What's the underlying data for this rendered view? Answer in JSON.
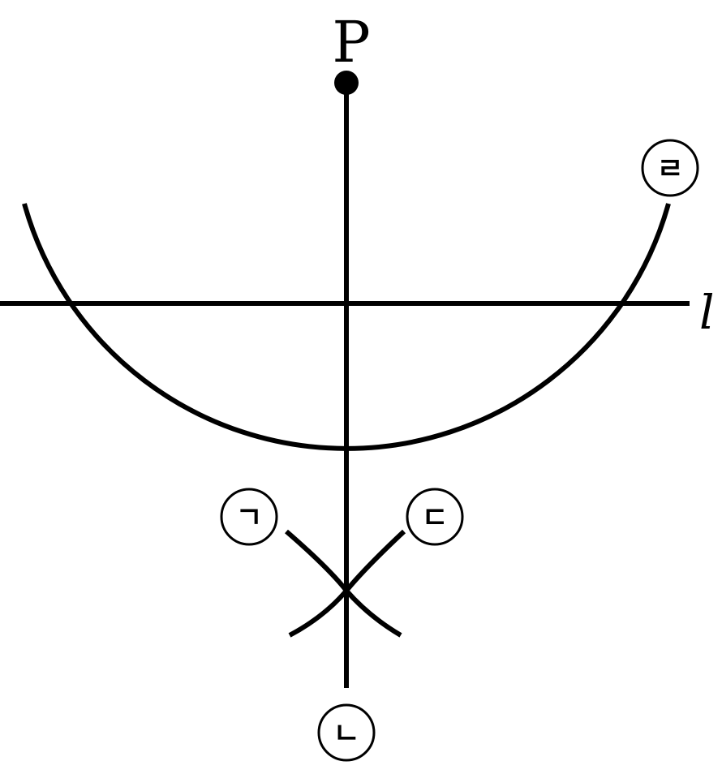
{
  "figure": {
    "point_label": "P",
    "line_label": "l",
    "marks": {
      "giyeok": "ㄱ",
      "nieun": "ㄴ",
      "digeut": "ㄷ",
      "rieul": "ㄹ"
    }
  }
}
